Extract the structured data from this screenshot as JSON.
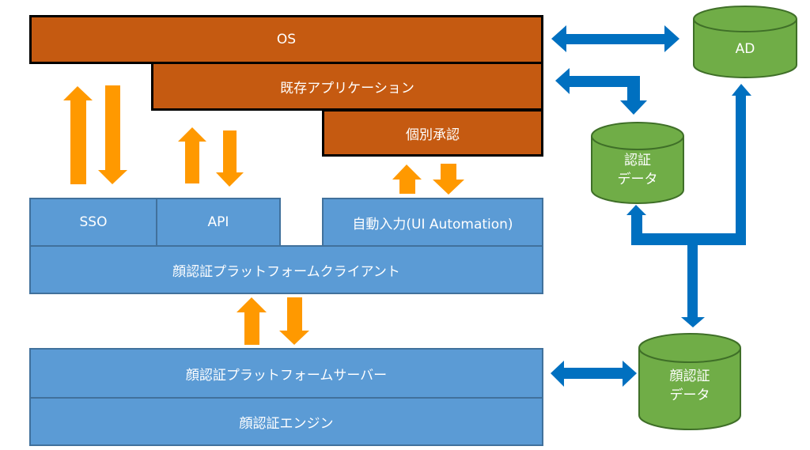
{
  "diagram": {
    "layers": {
      "os": "OS",
      "existing_app": "既存アプリケーション",
      "individual_approval": "個別承認",
      "sso": "SSO",
      "api": "API",
      "auto_input": "自動入力(UI Automation)",
      "client": "顔認証プラットフォームクライアント",
      "server": "顔認証プラットフォームサーバー",
      "engine": "顔認証エンジン"
    },
    "databases": {
      "ad": {
        "line1": "AD",
        "line2": ""
      },
      "auth_data": {
        "line1": "認証",
        "line2": "データ"
      },
      "face_auth_data": {
        "line1": "顔認証",
        "line2": "データ"
      }
    },
    "colors": {
      "orange_box": "#c55a11",
      "blue_box": "#5b9bd5",
      "db_green": "#70ad47",
      "arrow_orange": "#ff9900",
      "arrow_blue": "#0070c0"
    }
  }
}
